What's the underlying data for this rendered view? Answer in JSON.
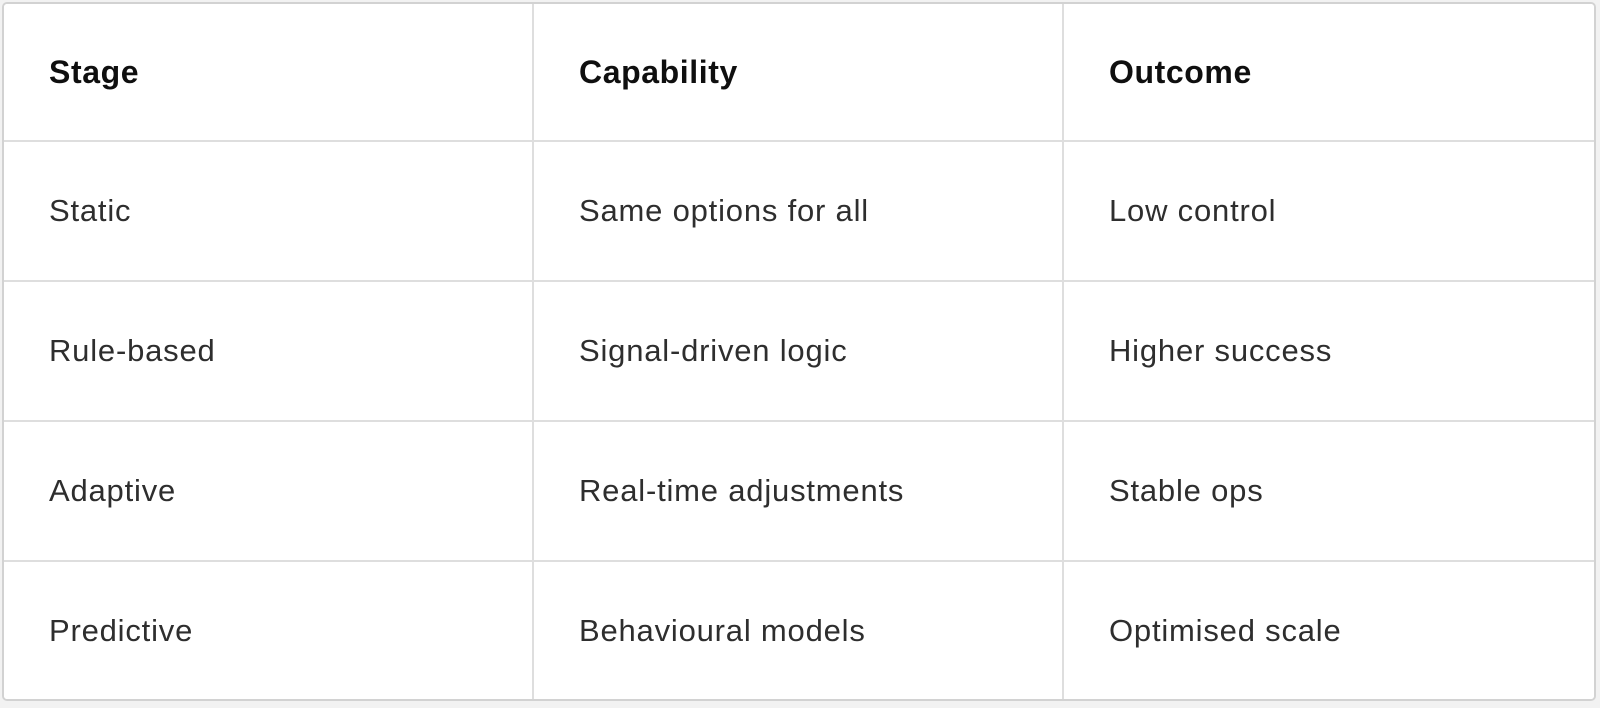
{
  "chart_data": {
    "type": "table",
    "title": "",
    "columns": [
      "Stage",
      "Capability",
      "Outcome"
    ],
    "rows": [
      [
        "Static",
        "Same options for all",
        "Low control"
      ],
      [
        "Rule-based",
        "Signal-driven logic",
        "Higher success"
      ],
      [
        "Adaptive",
        "Real-time adjustments",
        "Stable ops"
      ],
      [
        "Predictive",
        "Behavioural models",
        "Optimised scale"
      ]
    ],
    "layout_hints": {
      "equal_column_widths": true,
      "grid_lines": "full",
      "header_style": "bold"
    }
  },
  "colors": {
    "background": "#ffffff",
    "outer_border": "#d2d2d2",
    "grid_line": "#dedede",
    "header_text": "#0f0f0f",
    "body_text": "#2e2e2e"
  }
}
